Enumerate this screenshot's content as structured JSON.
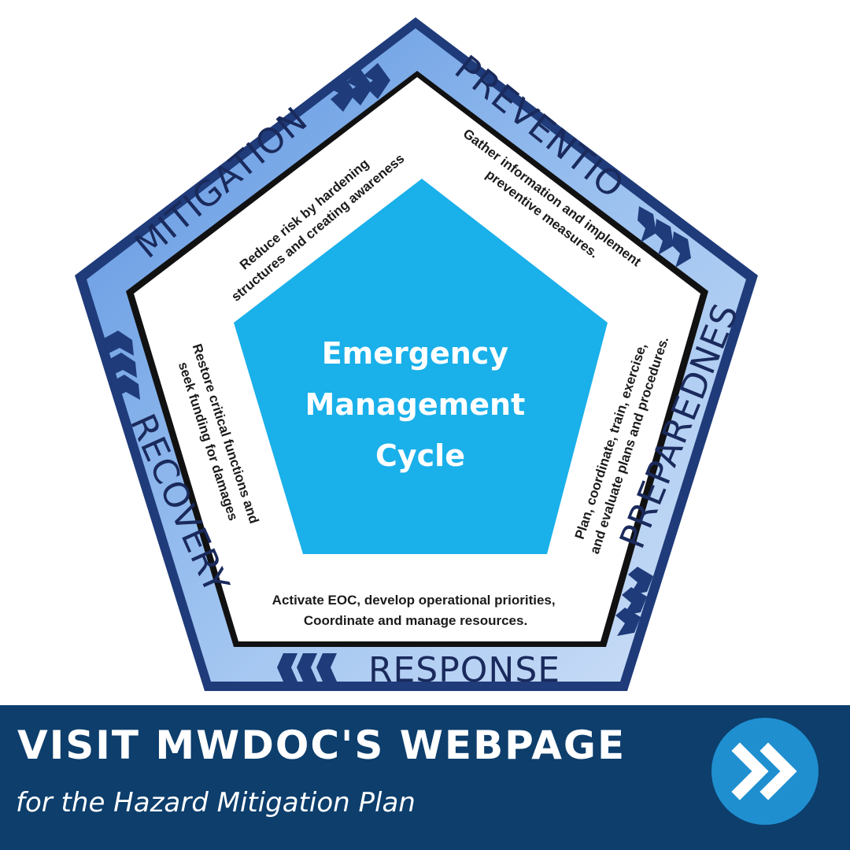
{
  "diagram": {
    "center_title_lines": [
      "Emergency",
      "Management",
      "Cycle"
    ],
    "phases": {
      "prevention": "PREVENTION",
      "preparedness": "PREPAREDNESS",
      "response": "RESPONSE",
      "recovery": "RECOVERY",
      "mitigation": "MITIGATION"
    },
    "descriptions": {
      "prevention": [
        "Gather information and implement",
        "preventive measures."
      ],
      "preparedness": [
        "Plan, coordinate, train, exercise,",
        "and evaluate plans and procedures."
      ],
      "response": [
        "Activate EOC, develop operational priorities,",
        "Coordinate and manage resources."
      ],
      "recovery": [
        "Restore critical functions and",
        "seek funding for damages"
      ],
      "mitigation": [
        "Reduce risk by hardening",
        "structures and creating awareness"
      ]
    }
  },
  "banner": {
    "title": "VISIT MWDOC'S WEBPAGE",
    "subtitle": "for the Hazard Mitigation Plan"
  },
  "colors": {
    "outer_frame": "#1f3b7a",
    "band_light": "#c9dcf5",
    "band_mid": "#8fb8ee",
    "band_dark": "#5b92e0",
    "center": "#1ab0ea",
    "banner_bg": "#0d3e6c",
    "button": "#1f8fd0"
  }
}
